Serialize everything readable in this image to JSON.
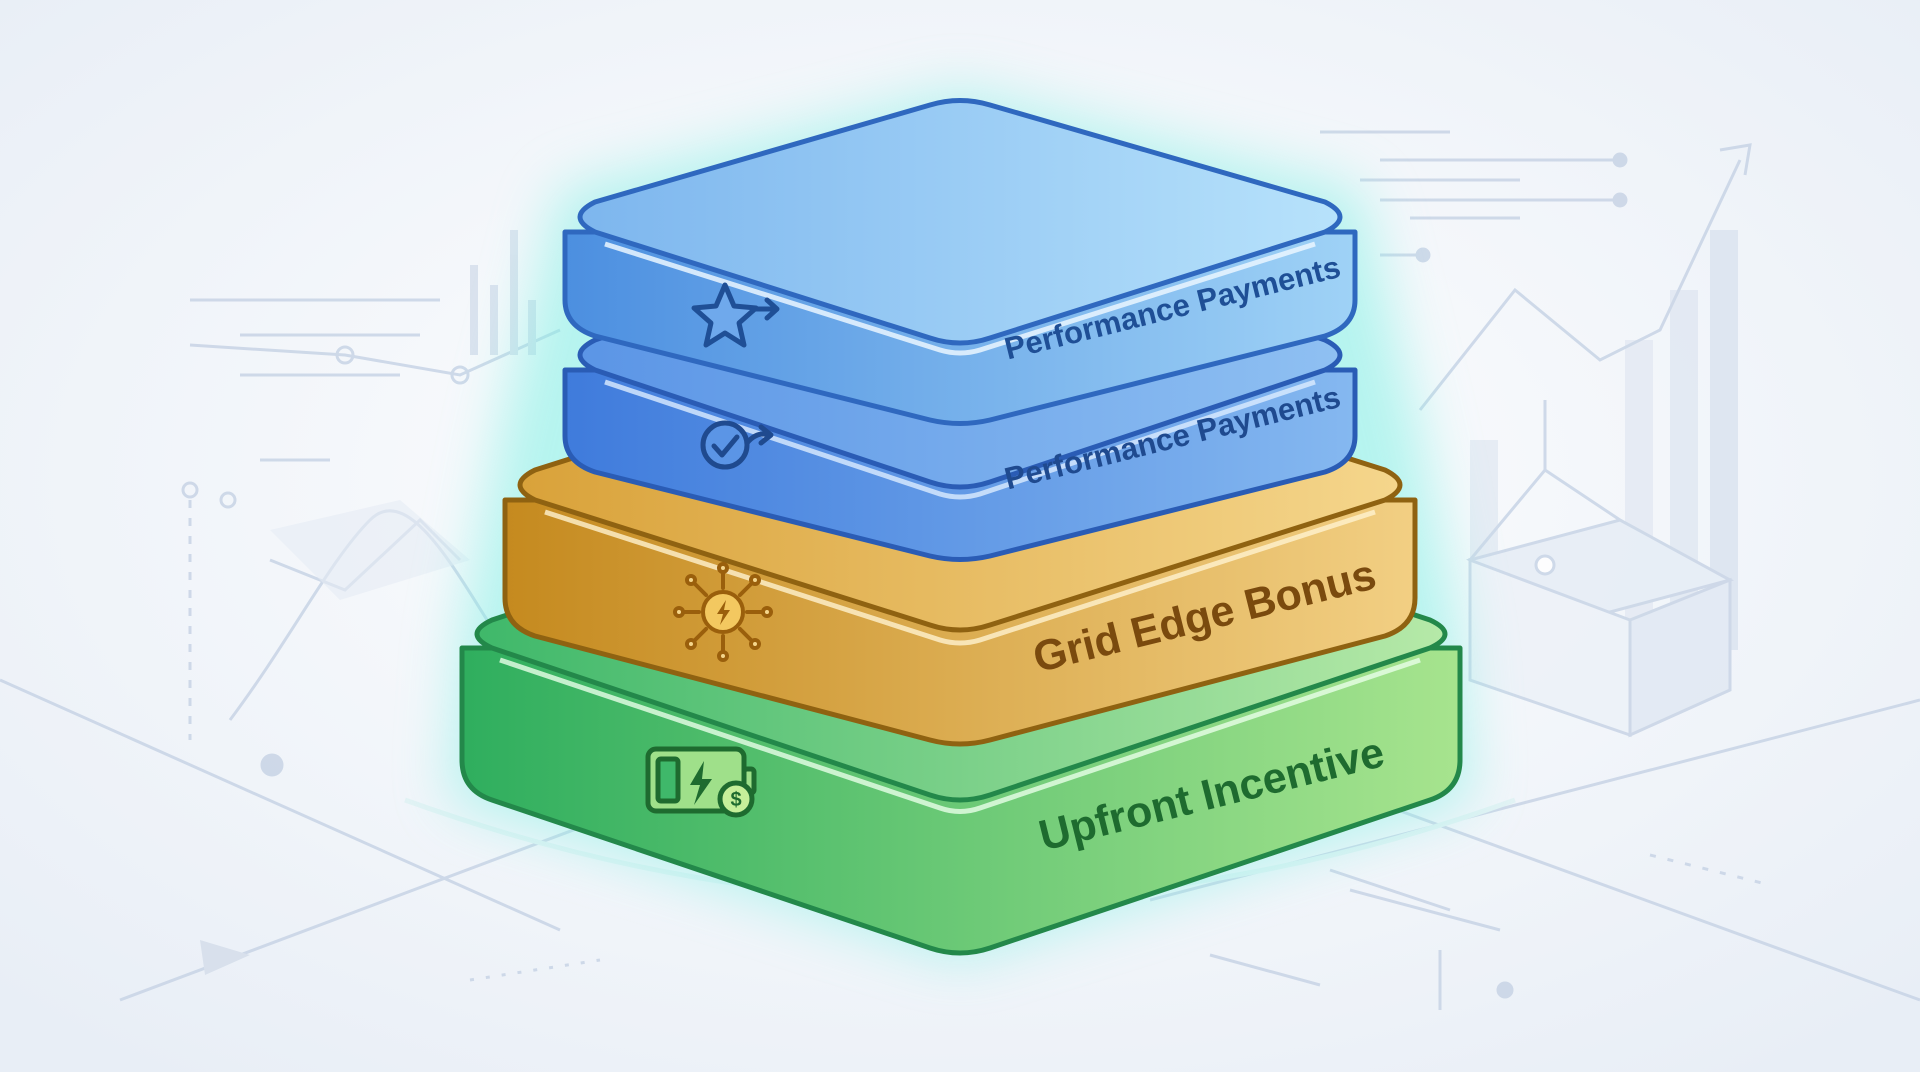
{
  "colors": {
    "background": "#f2f5fa",
    "glow": "#7ff0e4",
    "decoration": "#c3d0e3"
  },
  "layers": [
    {
      "id": "performance-payments-top",
      "label": "Performance Payments",
      "icon": "star-arrow-icon",
      "top_color": "#8cc7f2",
      "side_color": "#5d9ee5",
      "edge_color": "#2f6bbf",
      "text_color": "#1f4f96"
    },
    {
      "id": "performance-payments-second",
      "label": "Performance Payments",
      "icon": "check-arrow-icon",
      "top_color": "#6fa9ec",
      "side_color": "#4f88e0",
      "edge_color": "#2c5fb8",
      "text_color": "#1f4a8f"
    },
    {
      "id": "grid-edge-bonus",
      "label": "Grid Edge Bonus",
      "icon": "grid-sun-bolt-icon",
      "top_color": "#e7b955",
      "side_color": "#d39b2c",
      "edge_color": "#9a6a14",
      "text_color": "#7a4a0e"
    },
    {
      "id": "upfront-incentive",
      "label": "Upfront Incentive",
      "icon": "battery-dollar-icon",
      "top_color": "#6fd58a",
      "side_color": "#4cc56b",
      "edge_color": "#25914a",
      "text_color": "#1e6b2f"
    }
  ]
}
